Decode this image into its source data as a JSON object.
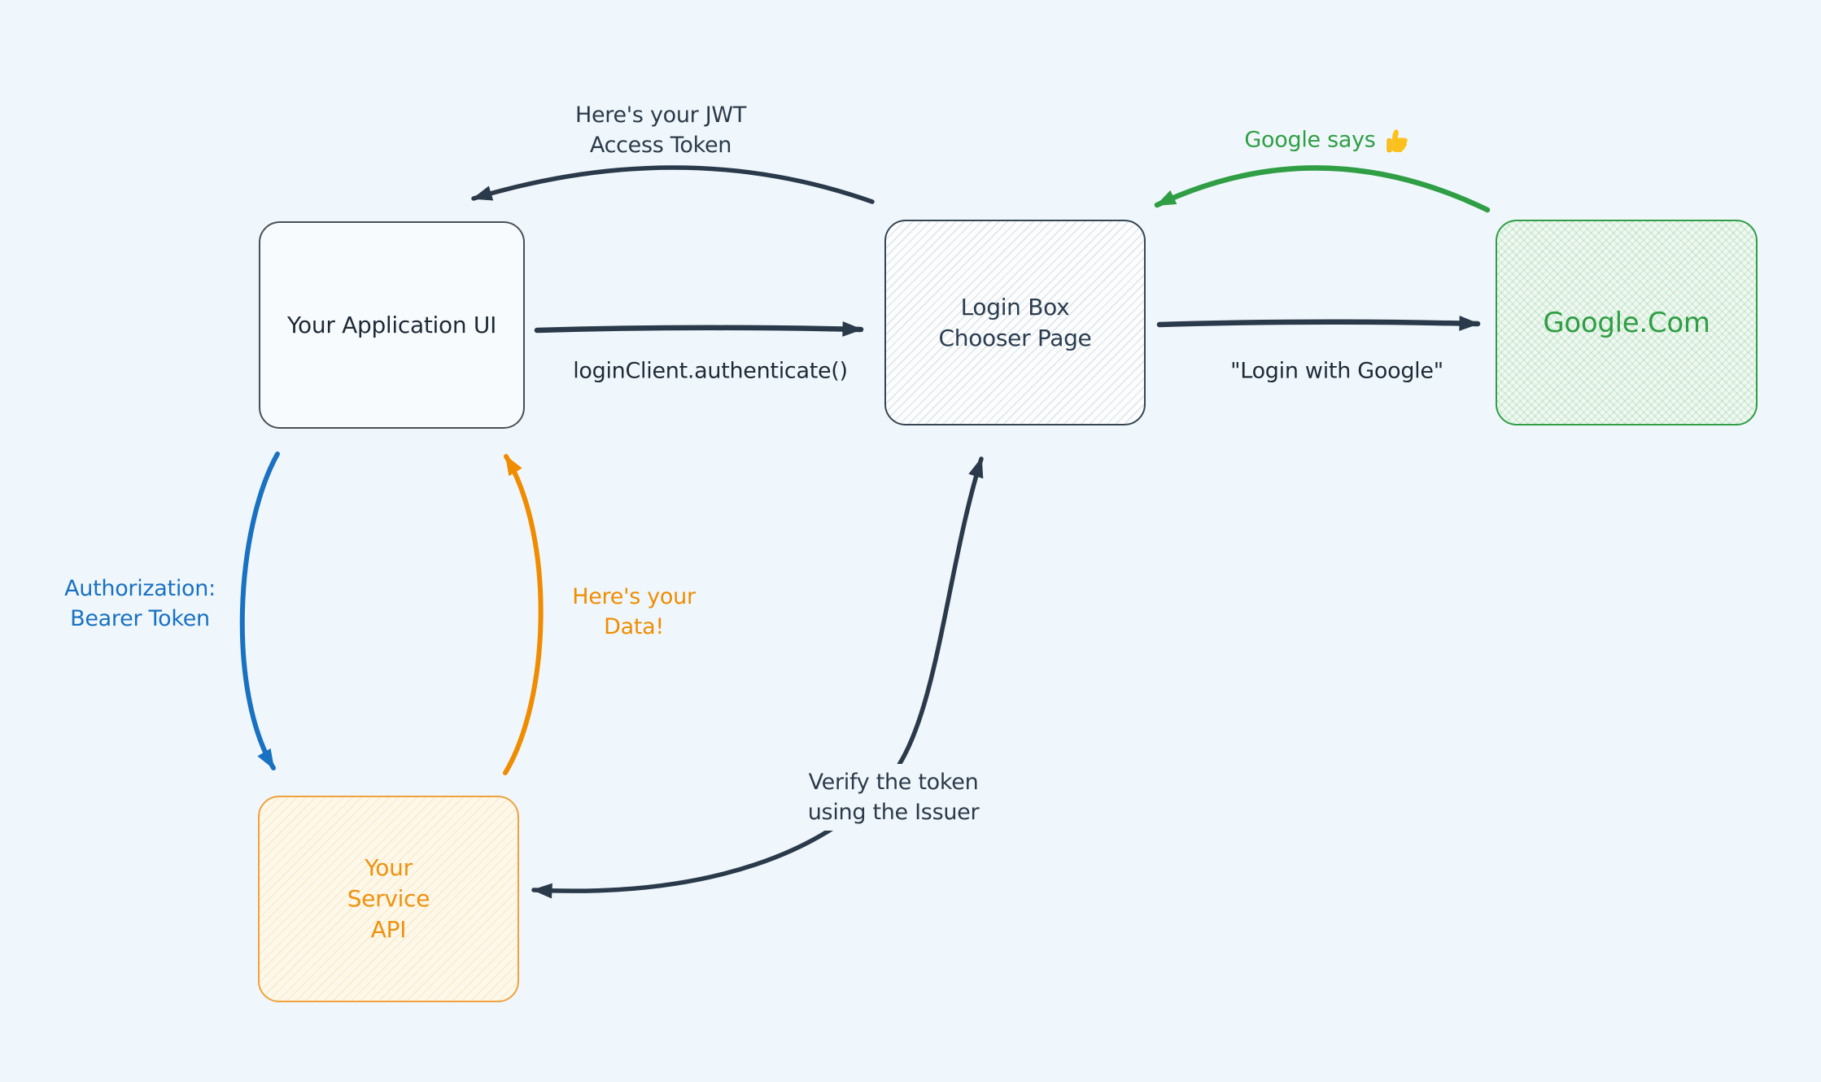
{
  "diagram": {
    "background": "#f0f7fc",
    "palette": {
      "dark": "#2b3a4a",
      "blue": "#1971c2",
      "orange": "#f08c00",
      "green": "#2f9e44",
      "thumb_yellow": "#fcc21b"
    },
    "nodes": {
      "app_ui": {
        "text": "Your Application UI"
      },
      "login_box": {
        "text": "Login Box\nChooser Page"
      },
      "google": {
        "text": "Google.Com"
      },
      "service_api": {
        "text": "Your\nService\nAPI"
      }
    },
    "edges": {
      "jwt_token": {
        "text": "Here's your JWT\nAccess Token",
        "color": "#2b3a4a"
      },
      "authenticate": {
        "text": "loginClient.authenticate()",
        "color": "#1d2a36"
      },
      "login_with_google": {
        "text": "\"Login with Google\"",
        "color": "#1d2a36"
      },
      "google_says": {
        "text": "Google says",
        "icon": "thumbs-up",
        "color": "#2f9e44"
      },
      "bearer_token": {
        "text": "Authorization:\nBearer Token",
        "color": "#1971c2"
      },
      "your_data": {
        "text": "Here's your\nData!",
        "color": "#f08c00"
      },
      "verify_token": {
        "text": "Verify the token\nusing the Issuer",
        "color": "#2b3a4a"
      }
    }
  }
}
